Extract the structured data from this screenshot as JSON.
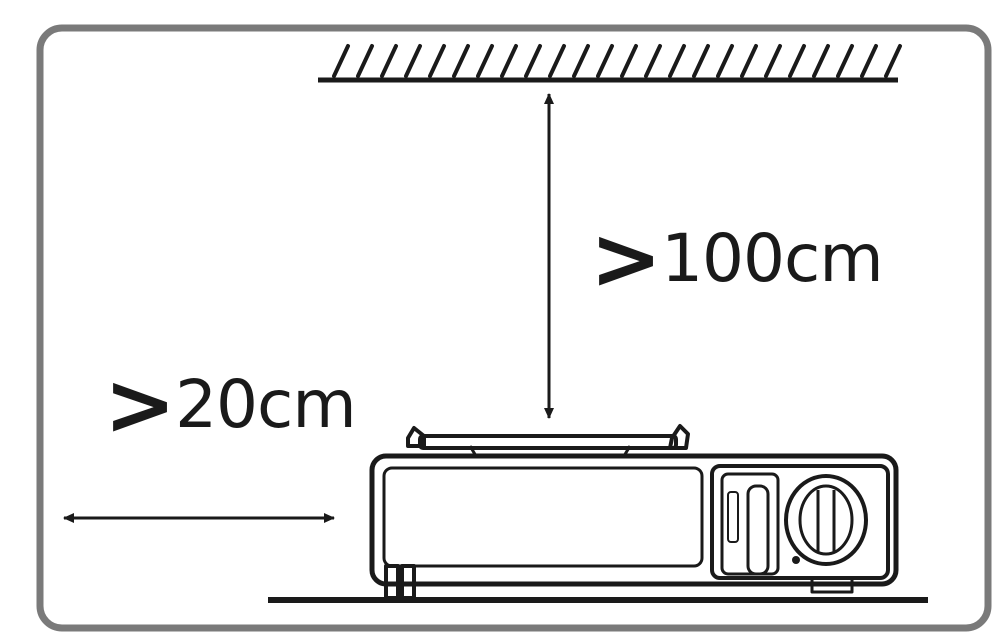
{
  "colors": {
    "ink": "#1a1a1a",
    "frame": "#7a7a7a",
    "background": "#ffffff"
  },
  "clearances": {
    "ceiling": {
      "symbol": ">",
      "value": "100cm"
    },
    "side": {
      "symbol": ">",
      "value": "20cm"
    }
  },
  "icons": [
    "ceiling-hatch",
    "double-arrow-vertical",
    "double-arrow-horizontal",
    "portable-gas-stove",
    "control-knob"
  ]
}
